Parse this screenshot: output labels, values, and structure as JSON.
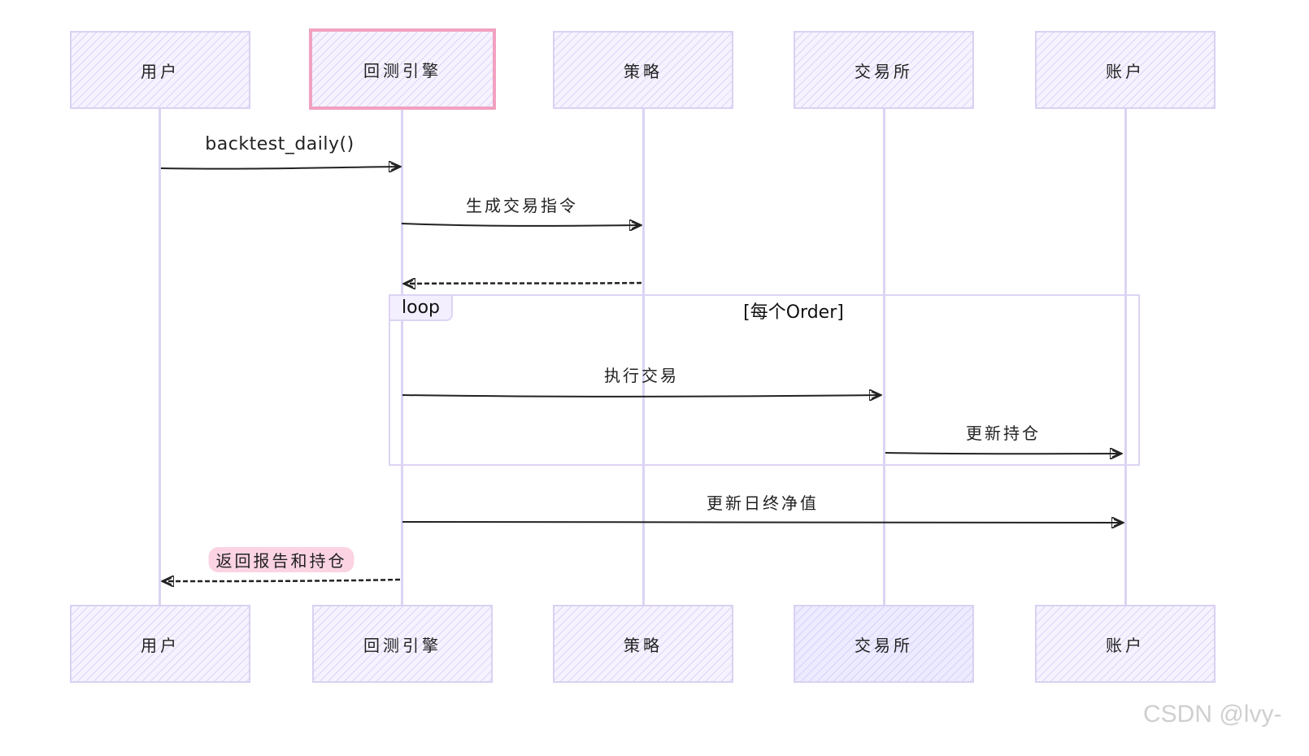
{
  "actors": [
    {
      "id": "user",
      "label": "用户"
    },
    {
      "id": "engine",
      "label": "回测引擎",
      "highlight": true
    },
    {
      "id": "strategy",
      "label": "策略"
    },
    {
      "id": "exchange",
      "label": "交易所",
      "filled_bottom": true
    },
    {
      "id": "account",
      "label": "账户"
    }
  ],
  "messages": [
    {
      "from": "user",
      "to": "engine",
      "label": "backtest_daily()",
      "style": "solid"
    },
    {
      "from": "engine",
      "to": "strategy",
      "label": "生成交易指令",
      "style": "solid"
    },
    {
      "from": "strategy",
      "to": "engine",
      "label": "",
      "style": "dashed"
    },
    {
      "from": "engine",
      "to": "exchange",
      "label": "执行交易",
      "style": "solid"
    },
    {
      "from": "exchange",
      "to": "account",
      "label": "更新持仓",
      "style": "solid"
    },
    {
      "from": "engine",
      "to": "account",
      "label": "更新日终净值",
      "style": "solid"
    },
    {
      "from": "engine",
      "to": "user",
      "label": "返回报告和持仓",
      "style": "dashed",
      "highlight": true
    }
  ],
  "loop": {
    "keyword": "loop",
    "condition": "[每个Order]"
  },
  "watermark": "CSDN @lvy-",
  "colors": {
    "lifeline": "#dcd4f3",
    "box_border": "#d9d1f2",
    "highlight_border": "#f1a1c0",
    "pill": "#fbd3e2",
    "arrow": "#222222"
  }
}
